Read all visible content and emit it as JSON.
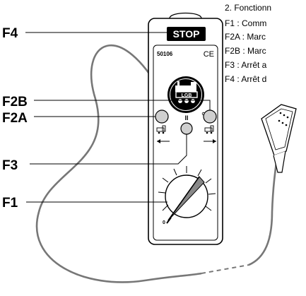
{
  "section_heading": "2. Fonctionn",
  "legend": [
    {
      "code": "F1",
      "text": "F1  : Comm"
    },
    {
      "code": "F2A",
      "text": "F2A  : Marc"
    },
    {
      "code": "F2B",
      "text": "F2B  : Marc"
    },
    {
      "code": "F3",
      "text": "F3  : Arrêt a"
    },
    {
      "code": "F4",
      "text": "F4  : Arrêt d"
    }
  ],
  "callouts": {
    "f4": "F4",
    "f2b": "F2B",
    "f2a": "F2A",
    "f3": "F3",
    "f1": "F1"
  },
  "device": {
    "stop_label": "STOP",
    "model_number": "50106",
    "ce_mark": "CE",
    "logo_text": "LGB",
    "pause_symbol": "II",
    "dial_zero": "0"
  },
  "colors": {
    "stop_bg": "#000000",
    "stop_text": "#ffffff",
    "body_fill": "#ffffff",
    "knob_fill": "#cfcfcf",
    "wedge_fill": "#888888"
  },
  "icons": [
    "loco-left-icon",
    "loco-right-icon",
    "arrow-left-icon",
    "arrow-right-icon",
    "loco-logo-icon",
    "connector-icon",
    "cable-icon"
  ]
}
